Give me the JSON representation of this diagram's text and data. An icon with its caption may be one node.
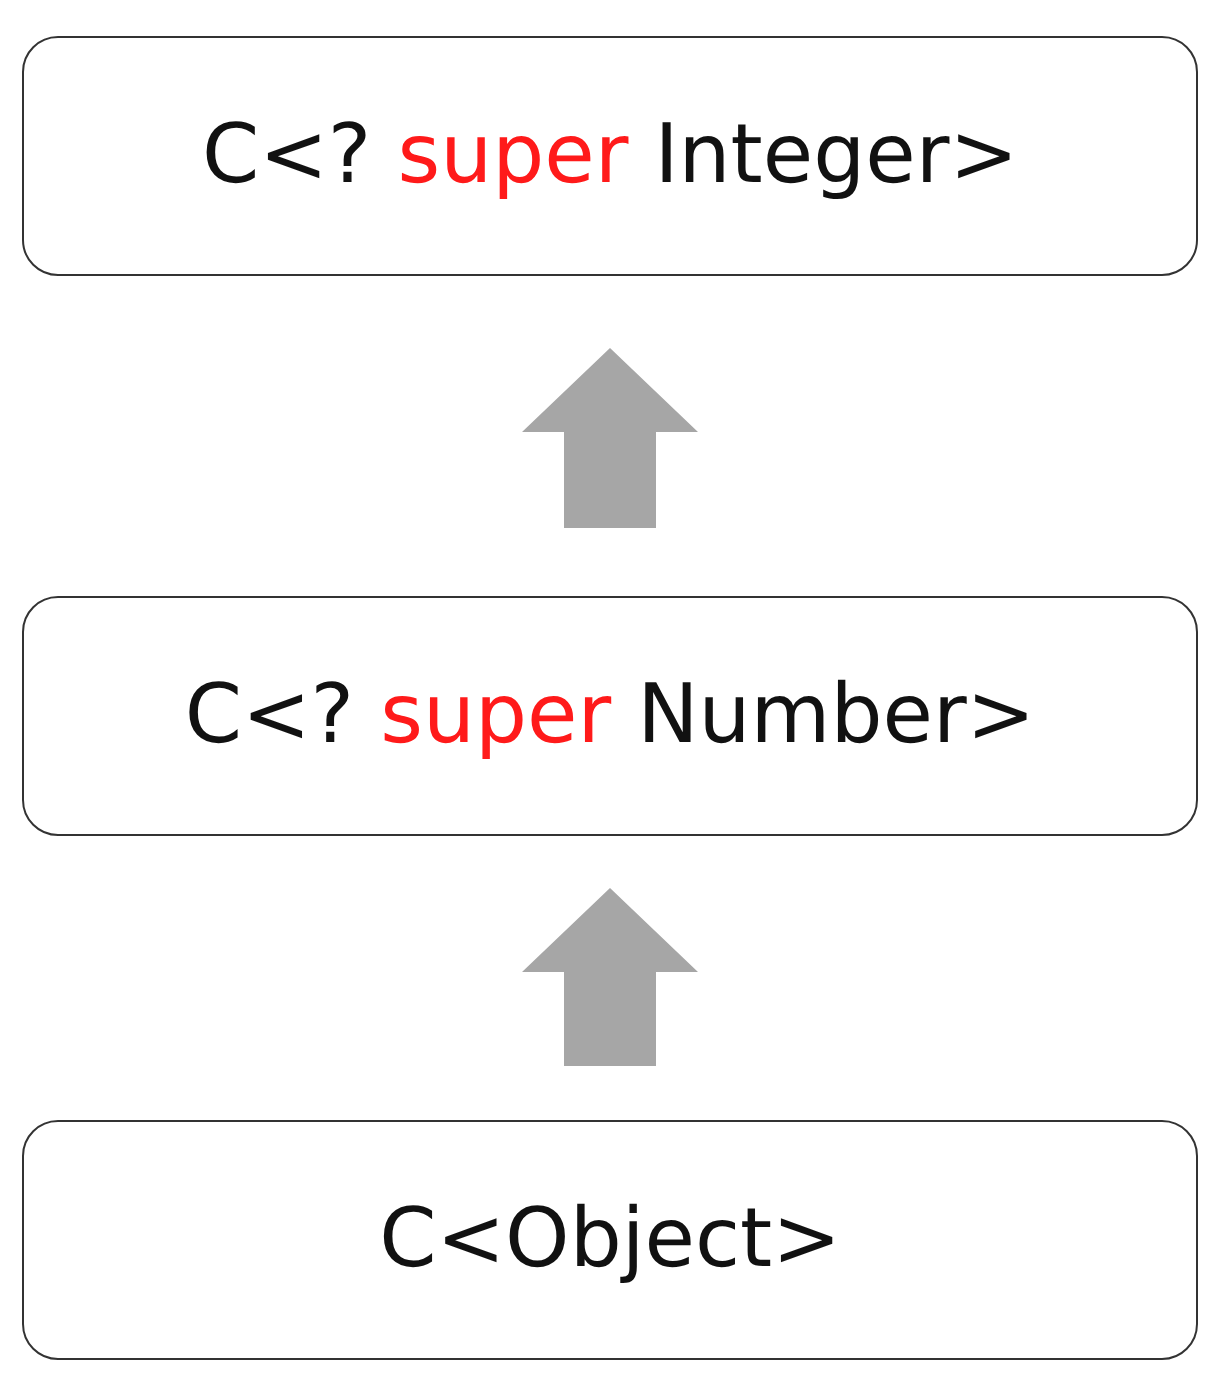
{
  "diagram": {
    "nodes": [
      {
        "text": [
          "C<? **super** Integer>"
        ]
      },
      {
        "text": [
          "C<? **super** Number>"
        ]
      },
      {
        "text": [
          "C<Object>"
        ]
      }
    ],
    "edges": [
      {
        "from": 1,
        "to": 0,
        "arrow": "to"
      },
      {
        "from": 2,
        "to": 1,
        "arrow": "to"
      }
    ]
  }
}
